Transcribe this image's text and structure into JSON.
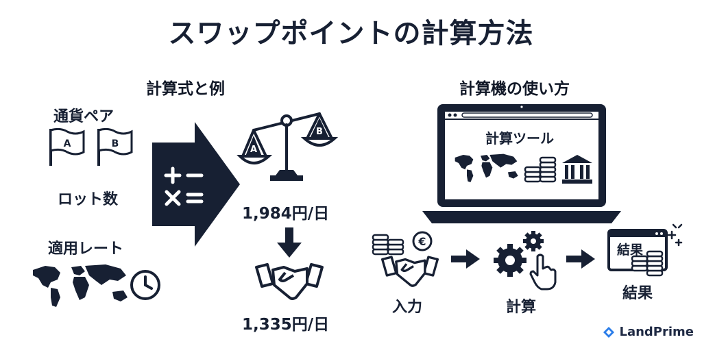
{
  "title": "スワップポイントの計算方法",
  "left_section": {
    "heading": "計算式と例",
    "inputs": {
      "currency_pair": "通貨ペア",
      "flag_a": "A",
      "flag_b": "B",
      "lot_count": "ロット数",
      "applied_rate": "適用レート"
    },
    "scale_a": "A",
    "scale_b": "B",
    "value_top": "1,984円/日",
    "value_bottom": "1,335円/日"
  },
  "right_section": {
    "heading": "計算機の使い方",
    "tool_label": "計算ツール",
    "step_input": "入力",
    "step_calc": "計算",
    "result_card": "結果",
    "result_label": "結果",
    "coin_symbol": "€"
  },
  "brand": "LandPrime",
  "colors": {
    "navy": "#172033",
    "accent": "#2b7de9"
  }
}
